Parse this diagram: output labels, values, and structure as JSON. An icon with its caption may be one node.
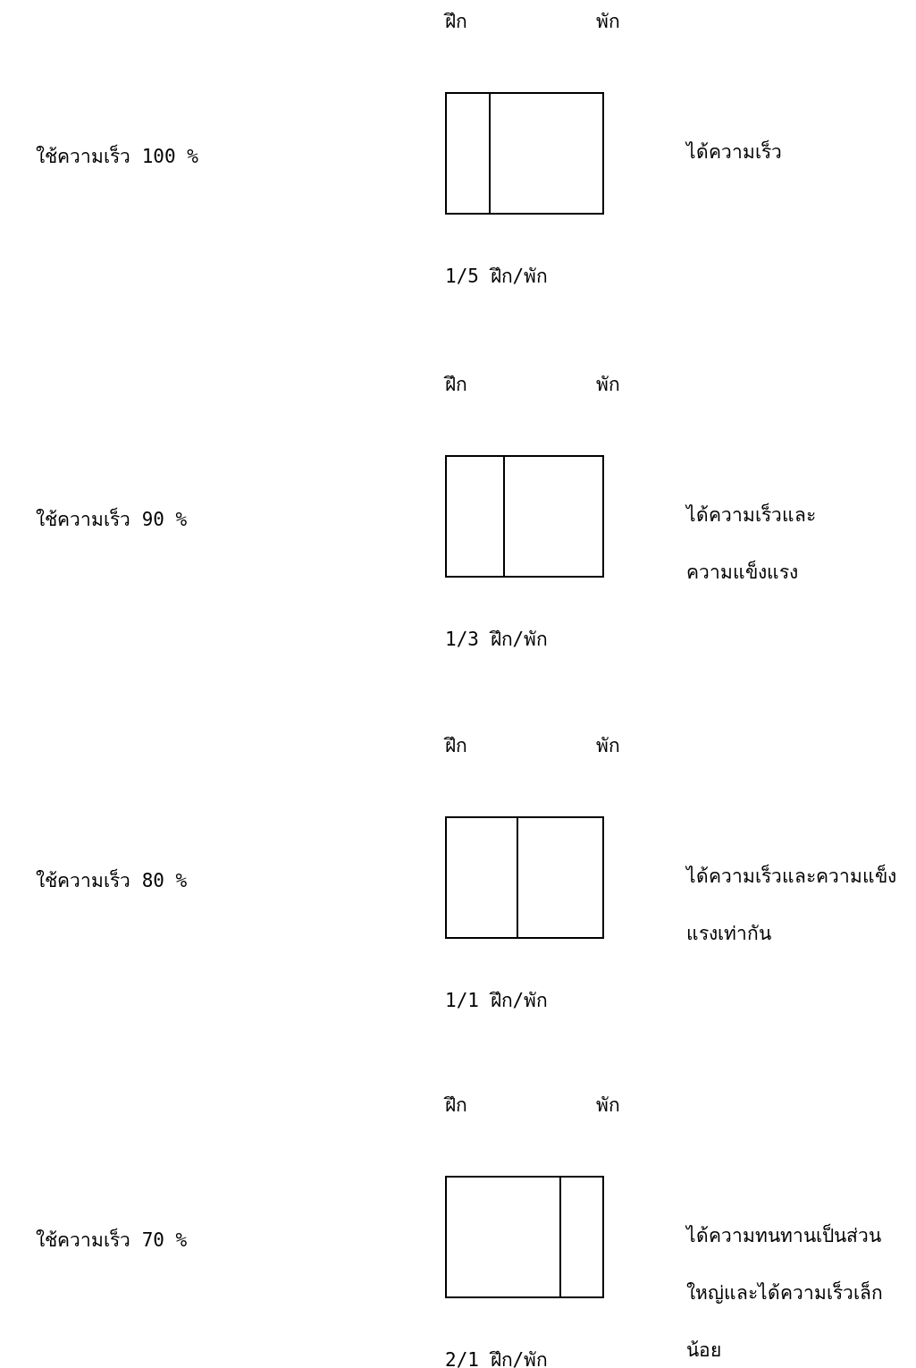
{
  "diagram": {
    "nodes": [
      {
        "text": [
          "ฝึก",
          "พัก"
        ],
        "beside": [
          "1/5 ฝึก/พัก"
        ]
      },
      {
        "text": [
          "ฝึก",
          "พัก"
        ],
        "beside": [
          "1/3 ฝึก/พัก"
        ]
      },
      {
        "text": [
          "ฝึก",
          "พัก"
        ],
        "beside": [
          "1/1 ฝึก/พัก"
        ]
      },
      {
        "text": [
          "ฝึก",
          "พัก"
        ],
        "beside": [
          "2/1 ฝึก/พัก"
        ]
      }
    ],
    "labels": [
      "ใช้ความเร็ว 100 %",
      "ได้ความเร็ว",
      "ใช้ความเร็ว 90 %",
      "ได้ความเร็วและความแข็งแรง",
      "ใช้ความเร็ว 80 %",
      "ได้ความเร็วและความแข็งแรงเท่ากัน",
      "ใช้ความเร็ว 70 %",
      "ได้ความทนทานเป็นส่วนใหญ่และได้ความเร็วเล็กน้อย"
    ]
  }
}
